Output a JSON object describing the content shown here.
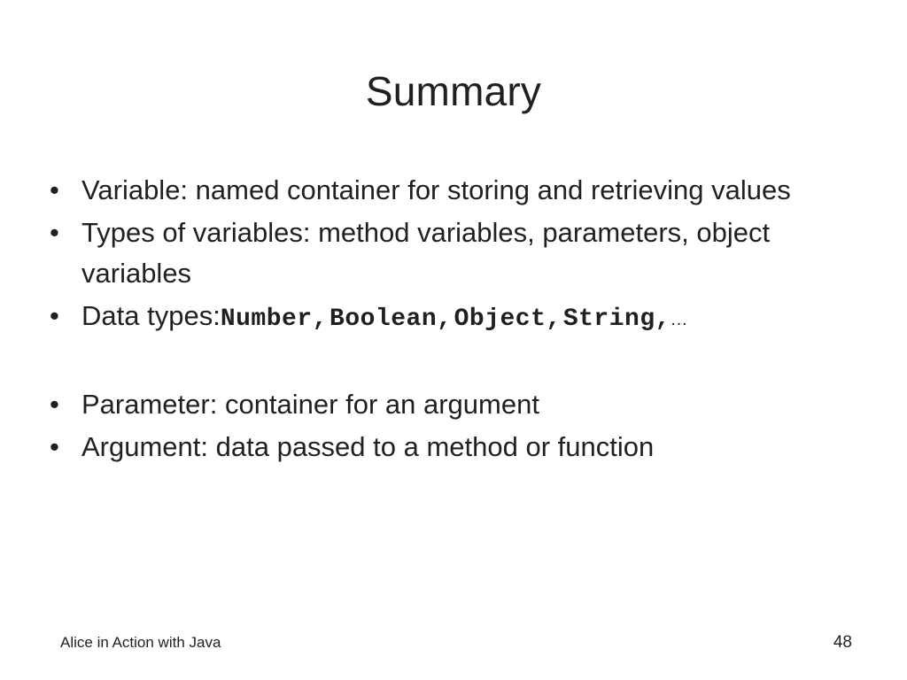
{
  "slide": {
    "title": "Summary",
    "background_color": "#ffffff",
    "text_color": "#231f20",
    "bullets": [
      {
        "id": "variable",
        "marker": "•",
        "text": "Variable: named container for storing and retrieving values"
      },
      {
        "id": "types-of-variables",
        "marker": "•",
        "text": "Types of variables: method variables, parameters, object variables"
      },
      {
        "id": "data-types",
        "marker": "•",
        "lead": "Data types:",
        "code_items": [
          "Number",
          "Boolean",
          "Object",
          "String"
        ],
        "code_separator": ",",
        "trailing": "…",
        "text": "Data types: Number, Boolean, Object, String,…"
      },
      {
        "id": "blank-spacer",
        "marker": "",
        "text": ""
      },
      {
        "id": "parameter",
        "marker": "•",
        "text": "Parameter: container for an argument"
      },
      {
        "id": "argument",
        "marker": "•",
        "text": "Argument: data passed to a method or function"
      }
    ],
    "footer": {
      "left_text": "Alice in Action with Java",
      "page_number": "48"
    }
  }
}
